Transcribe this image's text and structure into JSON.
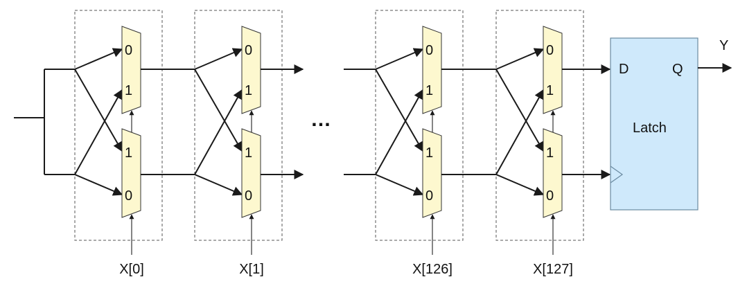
{
  "colors": {
    "mux_fill": "#fdf8cf",
    "latch_fill": "#cfe9fb",
    "latch_stroke": "#6a8aa0",
    "wire": "#1a1a1a"
  },
  "mux": {
    "top_label": "0",
    "bottom_label": "1",
    "top_label_lower": "1",
    "bottom_label_lower": "0"
  },
  "stages": [
    {
      "select": "X[0]"
    },
    {
      "select": "X[1]"
    },
    {
      "select": "X[126]"
    },
    {
      "select": "X[127]"
    }
  ],
  "ellipsis": "…",
  "latch": {
    "d_label": "D",
    "q_label": "Q",
    "name": "Latch"
  },
  "output": {
    "label": "Y"
  }
}
